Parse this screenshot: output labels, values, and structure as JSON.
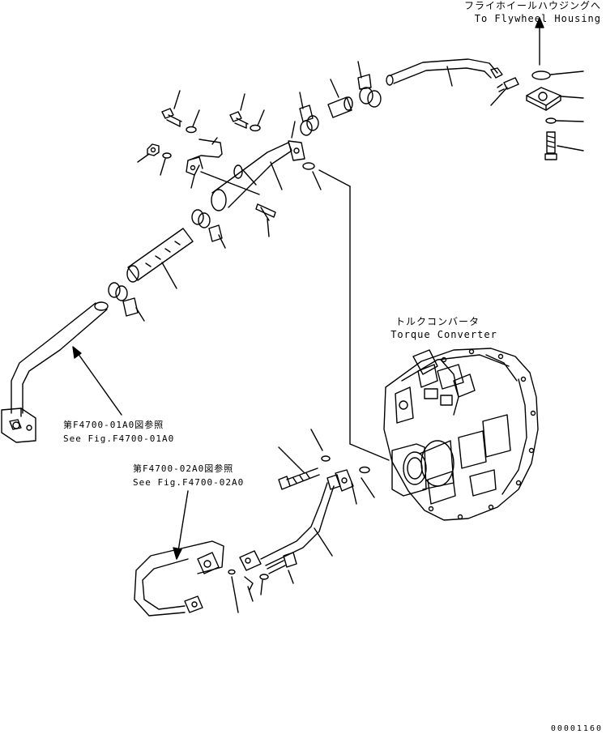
{
  "labels": {
    "flywheel_jp": "フライホイールハウジングへ",
    "flywheel_en": "To Flywheel Housing",
    "torque_jp": "トルクコンバータ",
    "torque_en": "Torque Converter",
    "ref1_jp": "第F4700-01A0図参照",
    "ref1_en": "See Fig.F4700-01A0",
    "ref2_jp": "第F4700-02A0図参照",
    "ref2_en": "See Fig.F4700-02A0",
    "drawing_code": "00001160"
  }
}
